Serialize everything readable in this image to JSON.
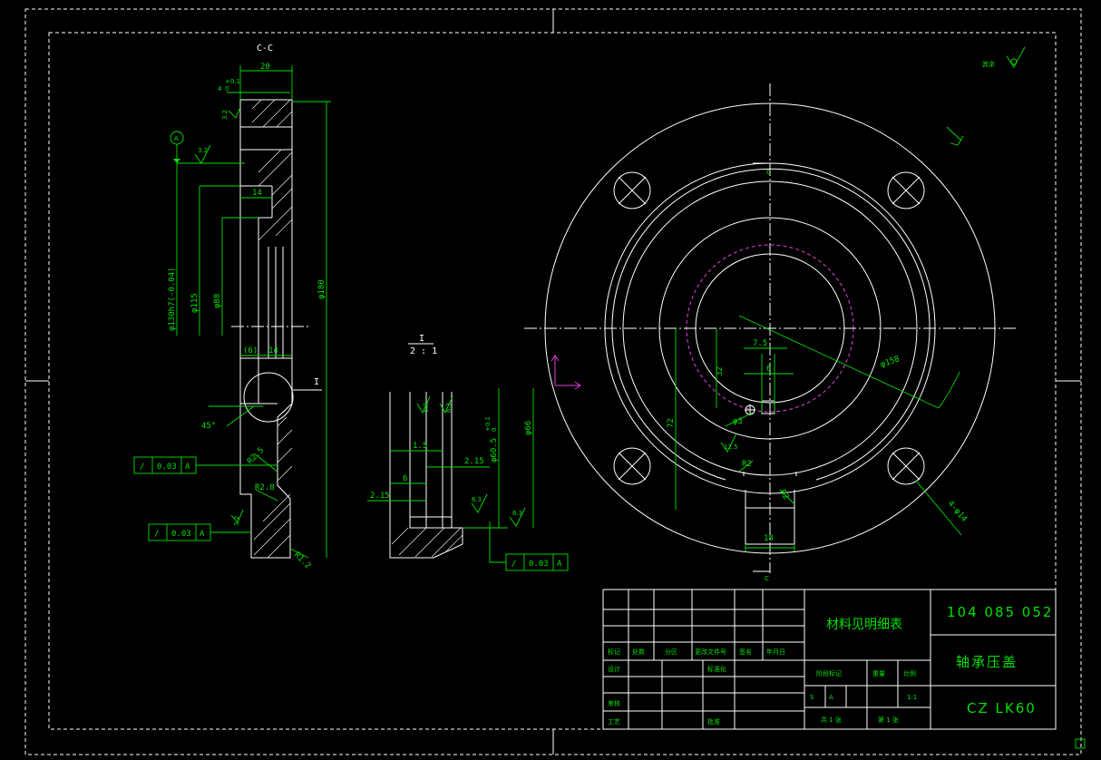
{
  "section_view": {
    "title": "C-C",
    "dims": {
      "width": "20",
      "tol_top": "4",
      "tol_sup": "+0.1",
      "tol_sub": "0",
      "d14a": "14",
      "d14b": "14",
      "d6": "(6)",
      "phi130": "φ130h7(-0.04)",
      "phi115": "φ115",
      "phi88": "φ88",
      "phi180": "φ180",
      "chamfer": "45°",
      "r25": "R2.5",
      "r28": "R2.8",
      "r12": "R1.2"
    },
    "surface_marks": [
      "3.2",
      "3.2",
      "3.2"
    ],
    "datum": "A",
    "detail_callout": "I"
  },
  "detail_view": {
    "title": "I",
    "scale": "2 : 1",
    "dims": {
      "d15": "1.5",
      "d215a": "2.15",
      "d6": "6",
      "d215b": "2.15",
      "phi605": "φ60.5",
      "phi605_tol_sup": "+0.1",
      "phi605_tol_sub": "0",
      "phi66": "φ66"
    },
    "surface_marks": [
      "6.3",
      "6.3",
      "6.3",
      "6.3"
    ]
  },
  "tolerance_frames": [
    {
      "symbol": "/",
      "value": "0.03",
      "datum": "A"
    },
    {
      "symbol": "/",
      "value": "0.03",
      "datum": "A"
    },
    {
      "symbol": "/",
      "value": "0.03",
      "datum": "A"
    }
  ],
  "front_view": {
    "dims": {
      "d75": "7.5",
      "d32": "32",
      "d6": "6",
      "phi3": "φ3",
      "d72": "72",
      "r2": "R2",
      "r2b": "R2",
      "d18": "18",
      "phi158": "φ158",
      "phi14": "4-φ14"
    },
    "surface_mark": "12.5",
    "section_mark_top": "C",
    "section_mark_bottom": "C",
    "remaining_roughness": "其余"
  },
  "title_block": {
    "material": "材料见明细表",
    "drawing_number": "104 085 052",
    "part_name": "轴承压盖",
    "product_code": "CZ LK60",
    "headers": [
      "标记",
      "处数",
      "分区",
      "更改文件号",
      "签名",
      "年月日"
    ],
    "row_labels": [
      "设计",
      "标准化",
      "审核",
      "工艺",
      "批准"
    ],
    "stage_headers": [
      "阶段标记",
      "重量",
      "比例"
    ],
    "stage_values": [
      "S",
      "A",
      "1:1"
    ],
    "sheets": [
      "共 1 张",
      "第 1 张"
    ]
  }
}
